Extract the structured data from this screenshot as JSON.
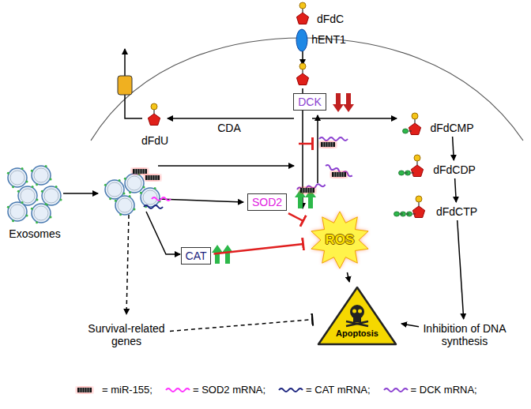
{
  "diagram": {
    "nodes": [
      {
        "text": [
          "dFdC"
        ]
      },
      {
        "text": [
          "hENT1"
        ]
      },
      {
        "text": [
          "dFdU"
        ]
      },
      {
        "text": [
          "DCK"
        ]
      },
      {
        "text": [
          "dFdCMP"
        ]
      },
      {
        "text": [
          "SOD2"
        ]
      },
      {
        "text": [
          "ROS"
        ]
      },
      {
        "text": [
          "CAT"
        ]
      },
      {
        "text": [
          "dFdCDP"
        ]
      },
      {
        "text": [
          "dFdCTP"
        ]
      },
      {
        "text": [
          "Exosomes"
        ]
      },
      {
        "text": [
          "Survival-related genes"
        ]
      },
      {
        "text": [
          "Apoptosis"
        ]
      },
      {
        "text": [
          "Inhibition of DNA synthesis"
        ]
      }
    ],
    "edges": [
      {
        "from": 4,
        "to": 8,
        "arrow": "to"
      },
      {
        "from": 8,
        "to": 9,
        "arrow": "to"
      },
      {
        "from": 9,
        "to": 13,
        "arrow": "to"
      },
      {
        "from": 13,
        "to": 12,
        "arrow": "to"
      },
      {
        "from": 6,
        "to": 12,
        "arrow": "to"
      },
      {
        "from": 5,
        "to": 6,
        "arrow": "to"
      },
      {
        "from": 7,
        "to": 6,
        "arrow": "to"
      },
      {
        "from": 11,
        "to": 12,
        "arrow": "to"
      }
    ],
    "labels": [
      "CDA"
    ],
    "legend": [
      {
        "text": "= miR-155;"
      },
      {
        "text": "= SOD2 mRNA;"
      },
      {
        "text": "= CAT mRNA;"
      },
      {
        "text": "= DCK mRNA;"
      }
    ]
  }
}
